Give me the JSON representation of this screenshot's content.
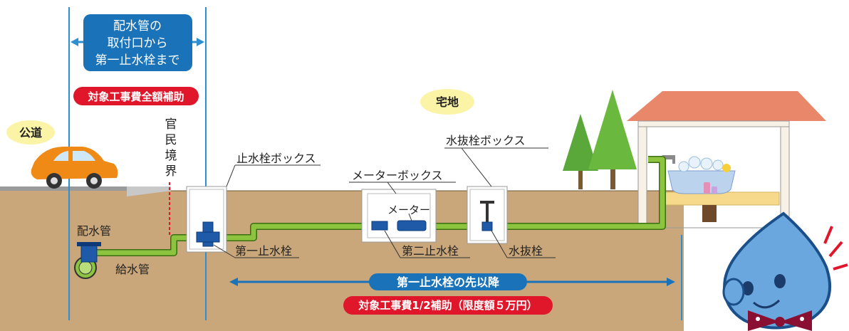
{
  "labels": {
    "scope_box_line1": "配水管の",
    "scope_box_line2": "取付口から",
    "scope_box_line3": "第一止水栓まで",
    "full_subsidy": "対象工事費全額補助",
    "road": "公道",
    "residential": "宅地",
    "boundary_char1": "官",
    "boundary_char2": "民",
    "boundary_char3": "境",
    "boundary_char4": "界",
    "stopcock_box": "止水栓ボックス",
    "meter_box": "メーターボックス",
    "drain_valve_box": "水抜栓ボックス",
    "meter": "メーター",
    "distribution_pipe": "配水管",
    "supply_pipe": "給水管",
    "first_stopcock": "第一止水栓",
    "second_stopcock": "第二止水栓",
    "drain_valve": "水抜栓",
    "beyond_first_stopcock": "第一止水栓の先以降",
    "half_subsidy": "対象工事費1/2補助（限度額５万円）"
  },
  "colors": {
    "blue": "#1a73b8",
    "red": "#e0162b",
    "pipe_green": "#8dc43f",
    "pipe_outline": "#3b6e12",
    "soil": "#c9a77a",
    "bubble_yellow": "#fbf3a6",
    "roof": "#e8876a"
  },
  "icons": [
    "car-icon",
    "tree-icon",
    "house-icon",
    "bathtub-icon",
    "faucet-icon",
    "water-drop-mascot-icon",
    "bow-tie-icon"
  ]
}
